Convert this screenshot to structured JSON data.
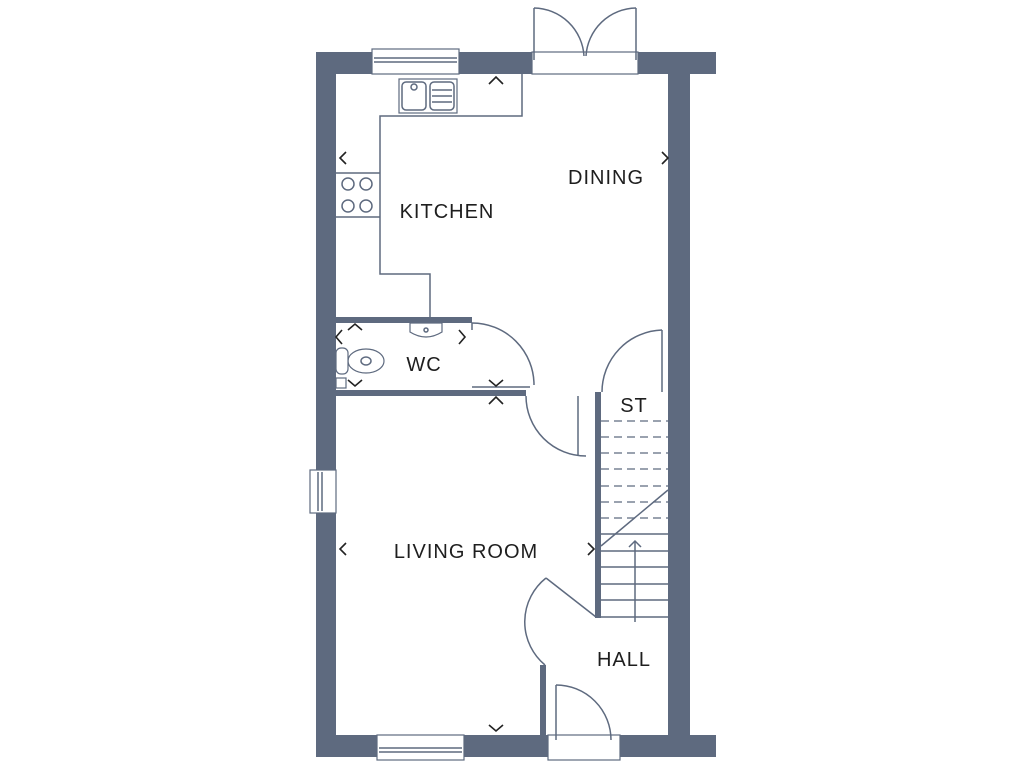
{
  "floor_plan": {
    "wall_color": "#5e6a7f",
    "rooms": {
      "kitchen": "KITCHEN",
      "dining": "DINING",
      "wc": "WC",
      "store": "ST",
      "living_room": "LIVING ROOM",
      "hall": "HALL"
    }
  }
}
